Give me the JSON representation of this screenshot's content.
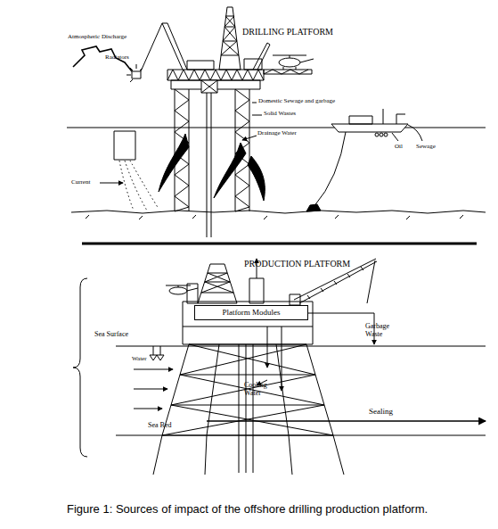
{
  "diagram": {
    "caption": "Figure 1: Sources of impact of the offshore drilling production platform.",
    "nodes": [
      {
        "text": [
          "Platform Modules"
        ]
      }
    ],
    "labels": [
      "DRILLING PLATFORM",
      "Atmospheric Discharge",
      "Radiators",
      "Domestic Sewage and garbage",
      "Solid Wastes",
      "Drainage Water",
      "Current",
      "Oil",
      "Sewage",
      "PRODUCTION PLATFORM",
      "Garbage Waste",
      "Sea Surface",
      "Water",
      "Cooling Water",
      "Sealing",
      "Sea Bed"
    ]
  }
}
